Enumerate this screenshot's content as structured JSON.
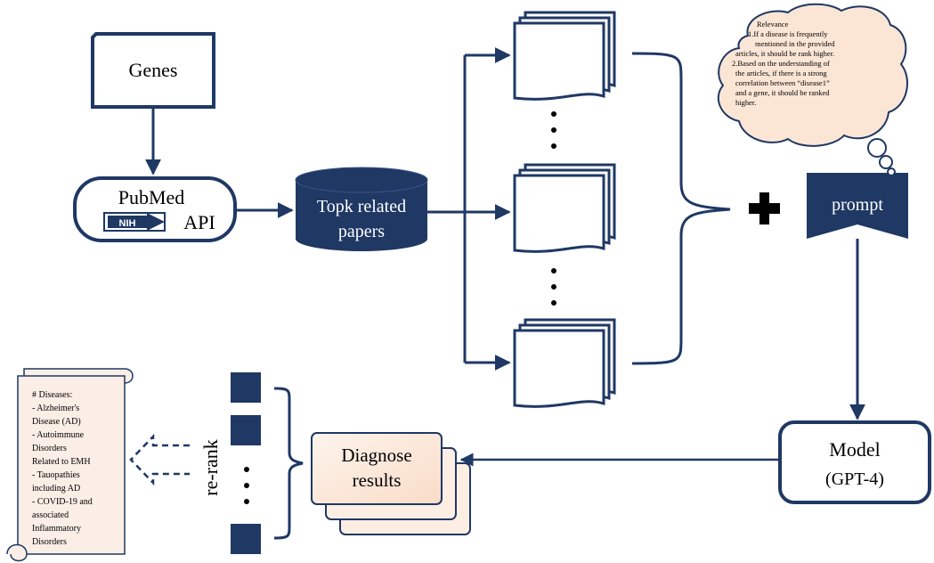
{
  "nodes": {
    "genes": "Genes",
    "pubmed": "PubMed",
    "nih_logo": "NIH",
    "api": "API",
    "topk_line1": "Topk related",
    "topk_line2": "papers",
    "prompt": "prompt",
    "model_line1": "Model",
    "model_line2": "(GPT-4)",
    "diagnose_line1": "Diagnose",
    "diagnose_line2": "results",
    "rerank": "re-rank"
  },
  "thought_bubble": {
    "lines": [
      "Relevance",
      "1.If a disease is frequently",
      "mentioned in the provided",
      "articles, it should be rank higher.",
      "2.Based on the understanding of",
      "the articles, if there is a strong",
      "correlation between “disease1”",
      "and a gene, it should be ranked",
      "higher."
    ]
  },
  "scroll": {
    "lines": [
      "# Diseases:",
      "- Alzheimer's",
      "Disease (AD)",
      "- Autoimmune",
      "Disorders",
      "Related to EMH",
      "- Tauopathies",
      "including  AD",
      "- COVID-19 and",
      "associated",
      "Inflammatory",
      "Disorders"
    ]
  },
  "colors": {
    "navy": "#1f3864",
    "scroll_fill": "#fbeee6",
    "cloud_fill": "#fbe6d6",
    "results_fill": "#fdeee4"
  }
}
